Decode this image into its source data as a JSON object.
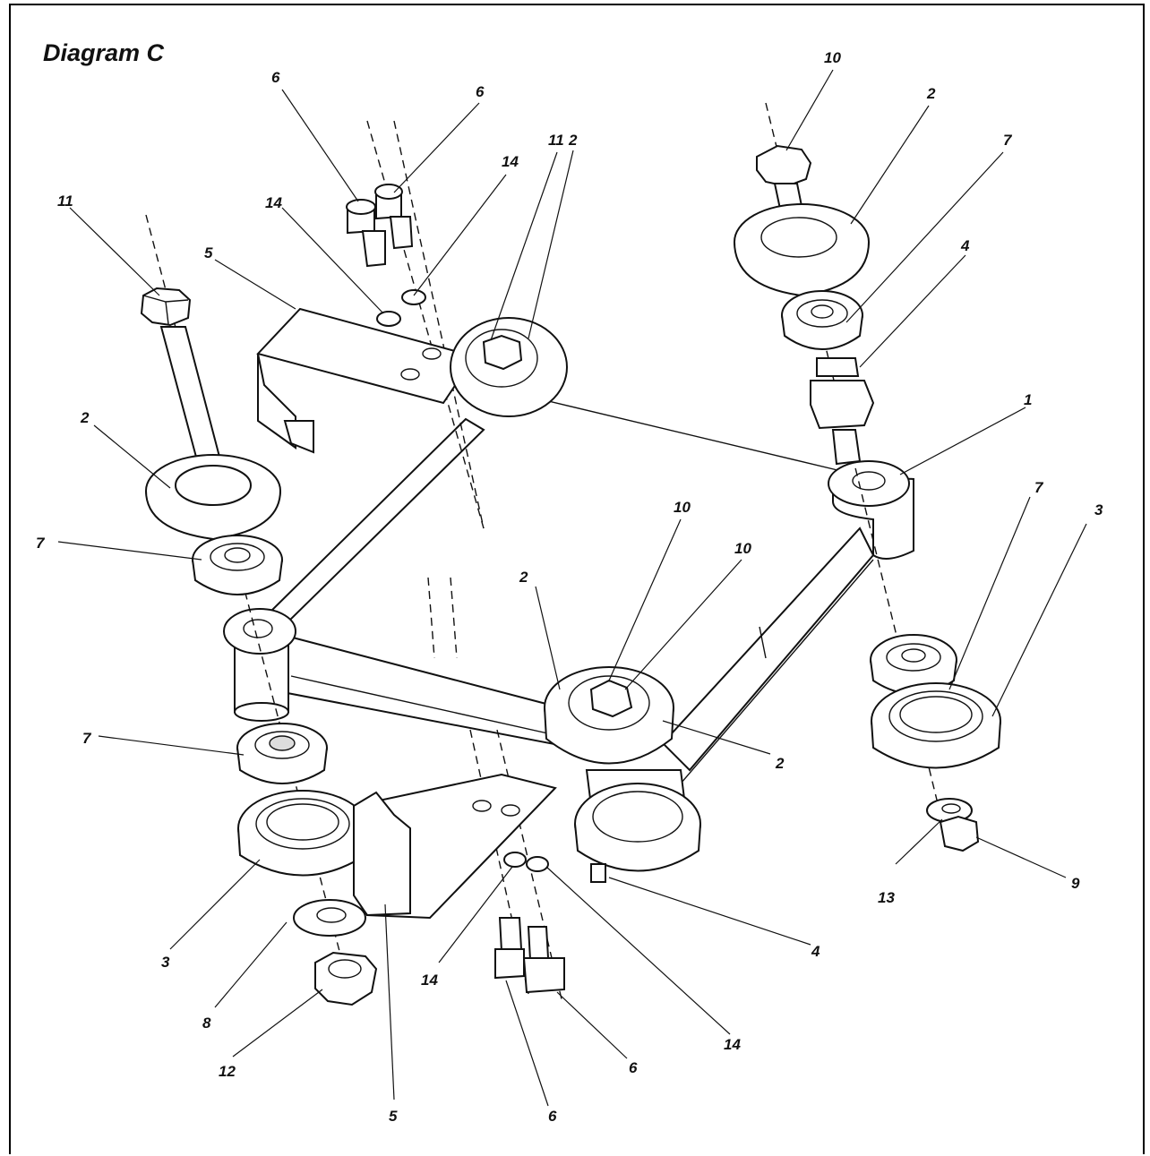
{
  "diagram": {
    "title": "Diagram C",
    "callouts": [
      "1",
      "2",
      "3",
      "4",
      "5",
      "6",
      "7",
      "8",
      "9",
      "10",
      "11",
      "12",
      "13",
      "14"
    ]
  }
}
